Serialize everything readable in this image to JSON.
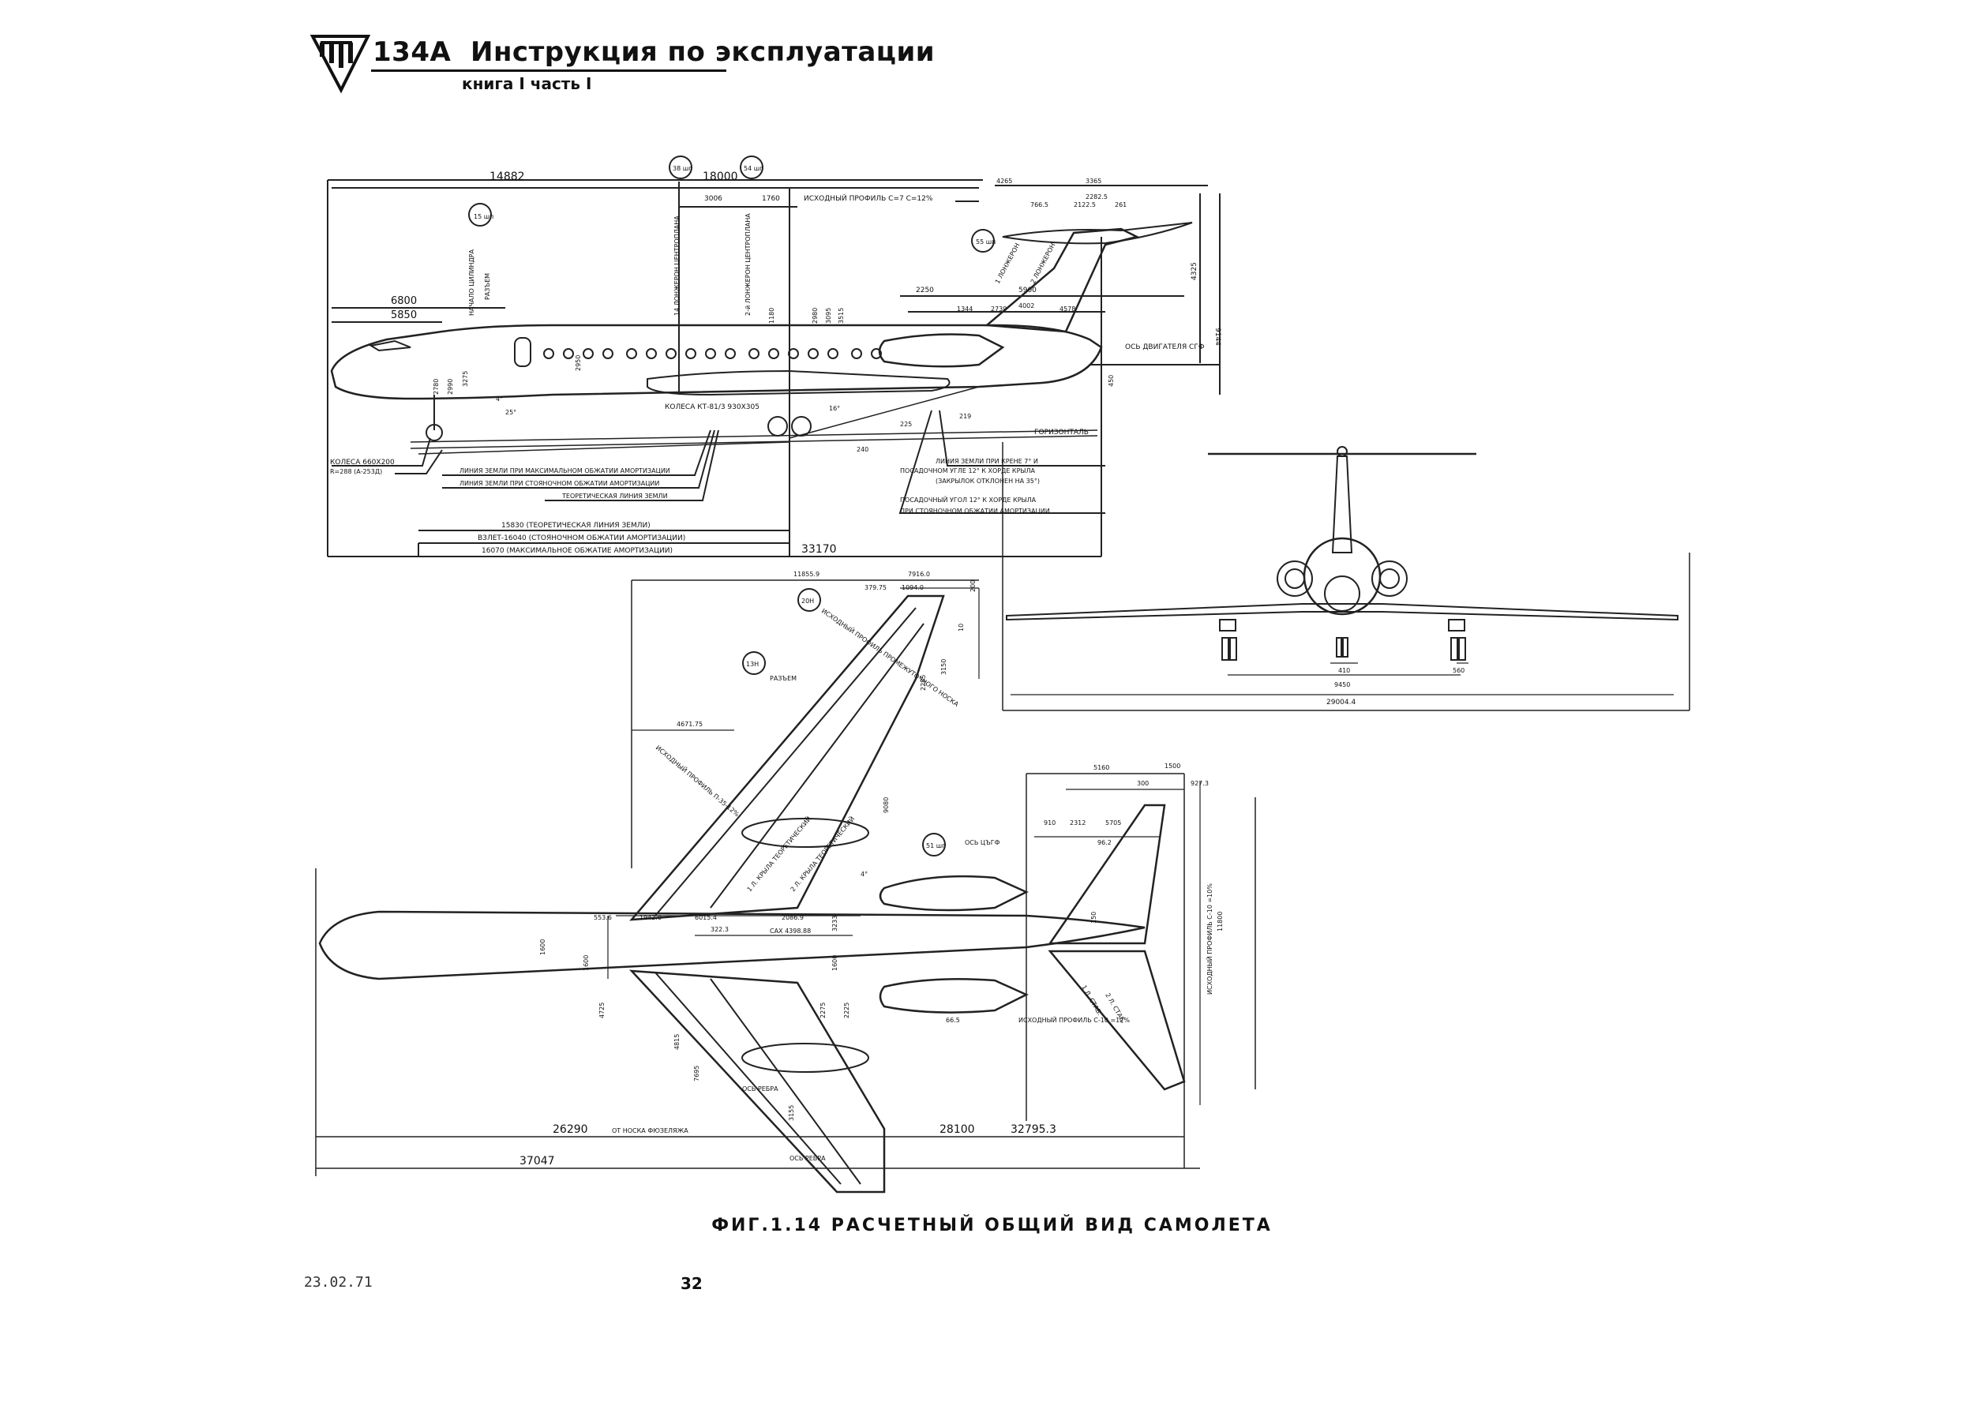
{
  "header": {
    "model": "134A",
    "title": "Инструкция по эксплуатации",
    "subtitle": "книга I часть I"
  },
  "caption": "ФИГ.1.14 РАСЧЕТНЫЙ ОБЩИЙ ВИД САМОЛЕТА",
  "date": "23.02.71",
  "page_number": "32",
  "side_view": {
    "dims": {
      "top_left": "14882",
      "top_mid": "18000",
      "d3006": "3006",
      "d1760": "1760",
      "d6800": "6800",
      "d5850": "5850",
      "d33170": "33170",
      "d15830": "15830 (ТЕОРЕТИЧЕСКАЯ ЛИНИЯ ЗЕМЛИ)",
      "d16040": "ВЗЛЕТ-16040 (СТОЯНОЧНОМ ОБЖАТИИ АМОРТИЗАЦИИ)",
      "d16070": "16070 (МАКСИМАЛЬНОЕ ОБЖАТИЕ АМОРТИЗАЦИИ)",
      "d4265": "4265",
      "d3365": "3365",
      "d2282": "2282.5",
      "d766": "766.5",
      "d2122": "2122.5",
      "d261": "261",
      "d2250": "2250",
      "d5900": "5900",
      "d4002": "4002",
      "d1344": "1344",
      "d2739": "2739",
      "d4578": "4578",
      "d4325": "4325",
      "d9144": "9144",
      "d2780": "2780",
      "d2990": "2990",
      "d3275": "3275",
      "d2950": "2950",
      "d1180": "1180",
      "d2980": "2980",
      "d3095": "3095",
      "d3515": "3515",
      "d450": "450",
      "d225": "225",
      "d219": "219",
      "d240": "240"
    },
    "labels": {
      "frame_15": "15 шп",
      "frame_38": "38 шп",
      "frame_54": "54 шп",
      "frame_55": "55 шп",
      "cyl_start": "НАЧАЛО ЦИЛИНДРА",
      "razem": "РАЗЪЕМ",
      "spar14": "14 ЛОНЖЕРОН ЦЕНТРОПЛАНА",
      "spar24": "2-й ЛОНЖЕРОН ЦЕНТРОПЛАНА",
      "profile_top": "ИСХОДНЫЙ ПРОФИЛЬ С=7 С=12%",
      "keel_spar1": "1 ЛОНЖЕРОН",
      "keel_spar2": "2 ЛОНЖЕРОН",
      "engine_axis": "ОСЬ ДВИГАТЕЛЯ СГФ",
      "wheels_main": "КОЛЕСА КТ-81/3 930Х305",
      "wheels_nose": "КОЛЕСА 660Х200",
      "wheels_nose2": "R=288 (А-253Д)",
      "horizontal": "ГОРИЗОНТАЛЬ",
      "ground_max": "ЛИНИЯ ЗЕМЛИ ПРИ МАКСИМАЛЬНОМ ОБЖАТИИ АМОРТИЗАЦИИ",
      "ground_park": "ЛИНИЯ ЗЕМЛИ ПРИ СТОЯНОЧНОМ ОБЖАТИИ АМОРТИЗАЦИИ",
      "ground_theor": "ТЕОРЕТИЧЕСКАЯ ЛИНИЯ ЗЕМЛИ",
      "bank_line": "ЛИНИЯ ЗЕМЛИ ПРИ КРЕНЕ 7° И",
      "landing_angle": "ПОСАДОЧНОМ УГЛЕ 12° К ХОРДЕ КРЫЛА",
      "flaps": "(ЗАКРЫЛОК ОТКЛОНЕН НА 35°)",
      "landing_angle2": "ПОСАДОЧНЫЙ УГОЛ 12° К ХОРДЕ КРЫЛА",
      "park_amort": "ПРИ СТОЯНОЧНОМ ОБЖАТИИ АМОРТИЗАЦИИ",
      "a4": "4°",
      "a25": "25°",
      "a16": "16°"
    }
  },
  "front_view": {
    "dims": {
      "d410": "410",
      "d560": "560",
      "d9450": "9450",
      "span": "29004.4"
    }
  },
  "plan_view": {
    "dims": {
      "d11855": "11855.9",
      "d7916": "7916.0",
      "d379": "379.75",
      "d1094": "1094.0",
      "d200": "200",
      "d10": "10",
      "d2285": "2285",
      "d3150": "3150",
      "d4671": "4671.75",
      "d9080": "9080",
      "d553": "553.6",
      "d1942": "1942.0",
      "d6015": "6015.4",
      "d2086": "2086.9",
      "d3233": "3233",
      "d3223": "322.3",
      "cax": "САХ 4398.88",
      "d1600a": "1600",
      "d1600b": "1600",
      "d1600c": "1600",
      "d4725": "4725",
      "d4815": "4815",
      "d2275": "2275",
      "d2225": "2225",
      "d7695": "7695",
      "d3155": "3155",
      "d665": "66.5",
      "d26290": "26290",
      "from_nose": "ОТ НОСКА ФЮЗЕЛЯЖА",
      "d28100": "28100",
      "d32795": "32795.3",
      "d37047": "37047",
      "d5160": "5160",
      "d1500": "1500",
      "d300": "300",
      "d9273": "927.3",
      "d910": "910",
      "d2312": "2312",
      "d5705": "5705",
      "d962": "96.2",
      "d150": "150",
      "d11800": "11800"
    },
    "labels": {
      "frame_20": "20Н",
      "frame_13": "13Н",
      "frame_51": "51 шп",
      "prof_mid": "ИСХОДНЫЙ ПРОФИЛЬ ПРОМЕЖУТОЧНОГО НОСКА",
      "razem": "РАЗЪЕМ",
      "prof_root": "ИСХОДНЫЙ ПРОФИЛЬ П-35-12%",
      "spar1": "1 Л. КРЫЛА ТЕОРЕТИЧЕСКИЙ",
      "spar2": "2 Л. КРЫЛА ТЕОРЕТИЧЕСКИЙ",
      "axis_cgf": "ОСЬ ЦЪГФ",
      "prof_tail": "ИСХОДНЫЙ ПРОФИЛЬ С-10 =10%",
      "prof_tail2": "ИСХОДНЫЙ ПРОФИЛЬ С-10 =12%",
      "rib_axis": "ОСЬ РЕБРА",
      "rib_axis2": "ОСЬ РЕБРА",
      "stab1": "1 Л. СТАБ.",
      "stab2": "2 Л. СТАБ.",
      "a4": "4°"
    }
  }
}
